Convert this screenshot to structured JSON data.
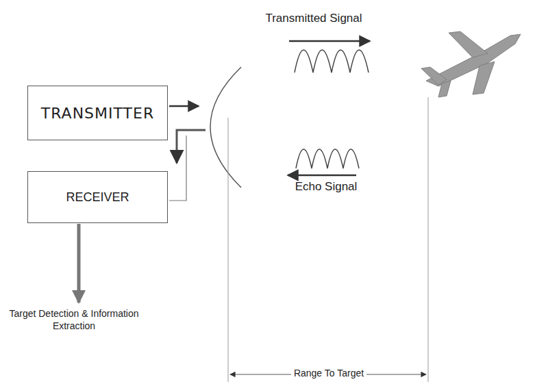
{
  "diagram": {
    "nodes": [
      {
        "text": [
          "TRANSMITTER"
        ]
      },
      {
        "text": [
          "RECEIVER"
        ]
      }
    ],
    "labels": [
      "Transmitted Signal",
      "Echo Signal",
      "Target Detection & Information Extraction",
      "Range To Target"
    ]
  }
}
